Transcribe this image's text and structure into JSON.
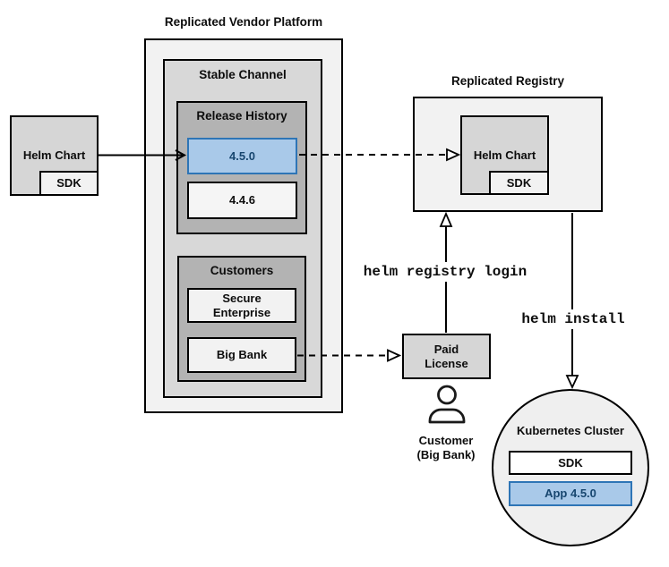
{
  "colors": {
    "highlight_fill": "#a9c9e9",
    "highlight_border": "#2e75b6",
    "highlight_text": "#17466f"
  },
  "vendor_platform": {
    "title": "Replicated Vendor Platform",
    "stable_channel": {
      "label": "Stable Channel",
      "release_history": {
        "label": "Release History",
        "releases": [
          {
            "version": "4.5.0",
            "highlighted": true
          },
          {
            "version": "4.4.6",
            "highlighted": false
          }
        ]
      },
      "customers": {
        "label": "Customers",
        "items": [
          {
            "name": "Secure Enterprise"
          },
          {
            "name": "Big Bank"
          }
        ]
      }
    }
  },
  "vendor_helm_chart": {
    "label": "Helm Chart",
    "sdk": "SDK"
  },
  "registry": {
    "title": "Replicated Registry",
    "helm_chart": {
      "label": "Helm Chart",
      "sdk": "SDK"
    }
  },
  "paid_license": {
    "label": "Paid License"
  },
  "customer": {
    "name": "Customer",
    "company": "(Big Bank)"
  },
  "commands": {
    "registry_login": "helm registry login",
    "install": "helm install"
  },
  "cluster": {
    "title": "Kubernetes Cluster",
    "sdk": "SDK",
    "app": "App 4.5.0"
  }
}
